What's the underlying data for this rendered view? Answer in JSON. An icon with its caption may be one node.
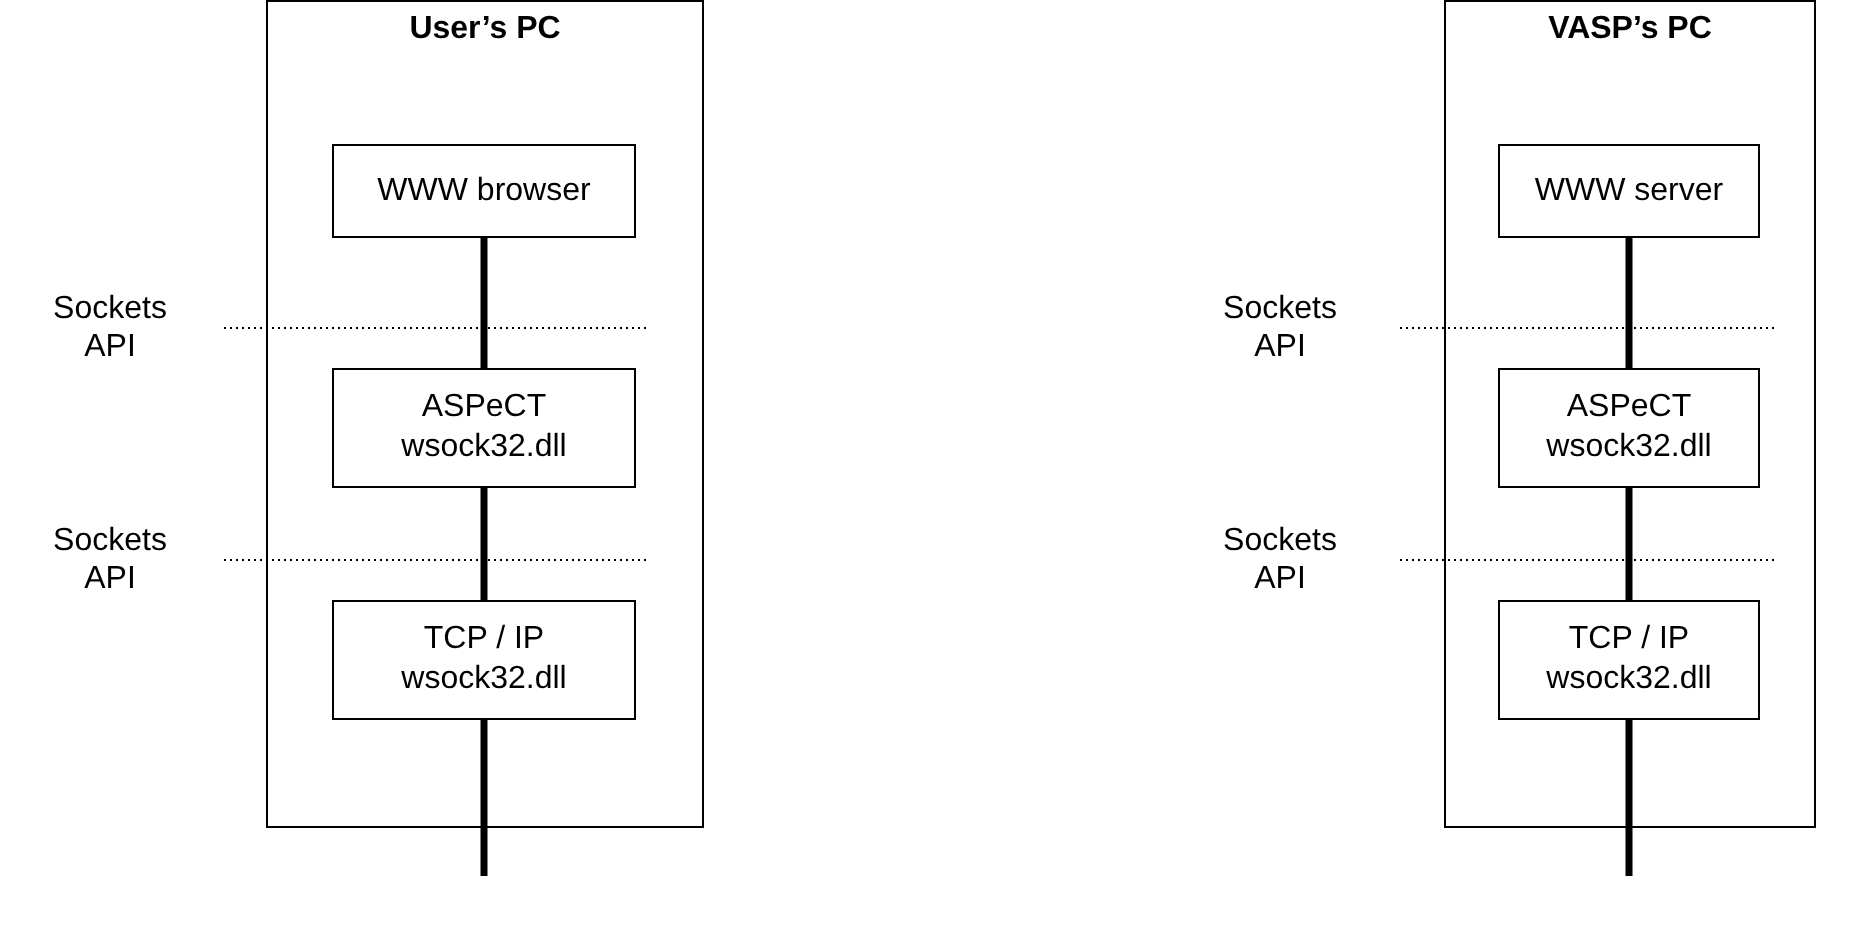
{
  "diagram": {
    "nodes": [
      {
        "text": [
          "User’s PC"
        ]
      },
      {
        "text": [
          "WWW browser"
        ],
        "in": 0
      },
      {
        "text": [
          "ASPeCT",
          "wsock32.dll"
        ],
        "in": 0
      },
      {
        "text": [
          "TCP / IP",
          "wsock32.dll"
        ],
        "in": 0
      },
      {
        "text": [
          "VASP’s PC"
        ]
      },
      {
        "text": [
          "WWW server"
        ],
        "in": 4
      },
      {
        "text": [
          "ASPeCT",
          "wsock32.dll"
        ],
        "in": 4
      },
      {
        "text": [
          "TCP / IP",
          "wsock32.dll"
        ],
        "in": 4
      }
    ],
    "edges": [
      {
        "from": 1,
        "to": 2,
        "arrow": "none"
      },
      {
        "from": 2,
        "to": 3,
        "arrow": "none"
      },
      {
        "from": 3,
        "to": null,
        "arrow": "none"
      },
      {
        "from": 5,
        "to": 6,
        "arrow": "none"
      },
      {
        "from": 6,
        "to": 7,
        "arrow": "none"
      },
      {
        "from": 7,
        "to": null,
        "arrow": "none"
      }
    ],
    "labels": [
      "Sockets API",
      "Sockets API",
      "Sockets API",
      "Sockets API"
    ]
  }
}
